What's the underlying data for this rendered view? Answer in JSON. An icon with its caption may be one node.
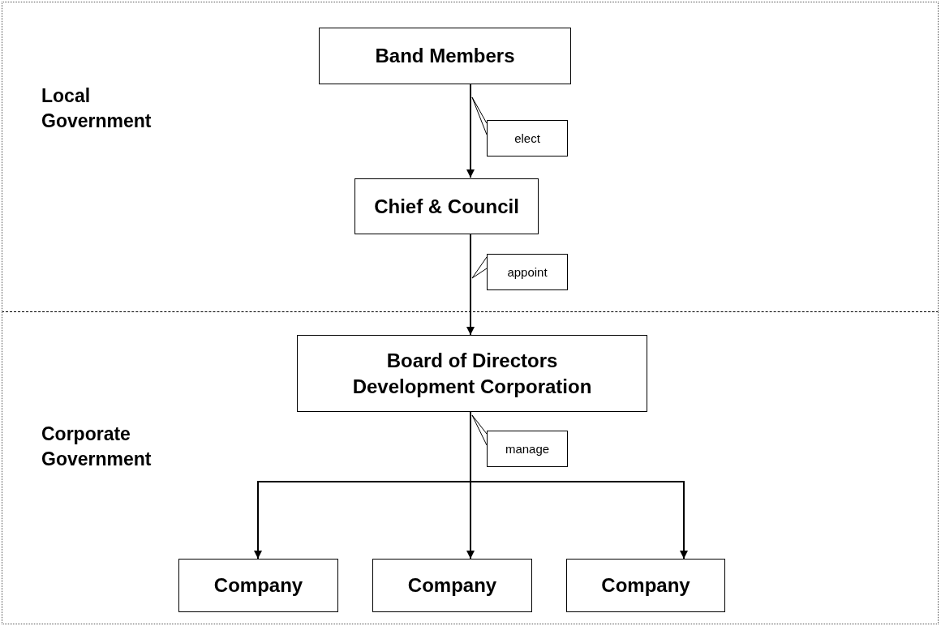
{
  "diagram": {
    "nodes": [
      {
        "text": [
          "Local Government"
        ]
      },
      {
        "text": [
          "Band Members"
        ],
        "in": 0
      },
      {
        "text": [
          "Chief & Council"
        ],
        "in": 0
      },
      {
        "text": [
          "Corporate Government"
        ]
      },
      {
        "text": [
          "Board of Directors",
          "Development Corporation"
        ],
        "in": 3
      },
      {
        "text": [
          "Company"
        ],
        "in": 3
      },
      {
        "text": [
          "Company"
        ],
        "in": 3
      },
      {
        "text": [
          "Company"
        ],
        "in": 3
      }
    ],
    "edges": [
      {
        "from": 1,
        "to": 2,
        "arrow": "to",
        "label": "elect"
      },
      {
        "from": 2,
        "to": 4,
        "arrow": "to",
        "label": "appoint"
      },
      {
        "from": 4,
        "to": 5,
        "arrow": "to",
        "label": "manage"
      },
      {
        "from": 4,
        "to": 6,
        "arrow": "to"
      },
      {
        "from": 4,
        "to": 7,
        "arrow": "to"
      }
    ]
  }
}
